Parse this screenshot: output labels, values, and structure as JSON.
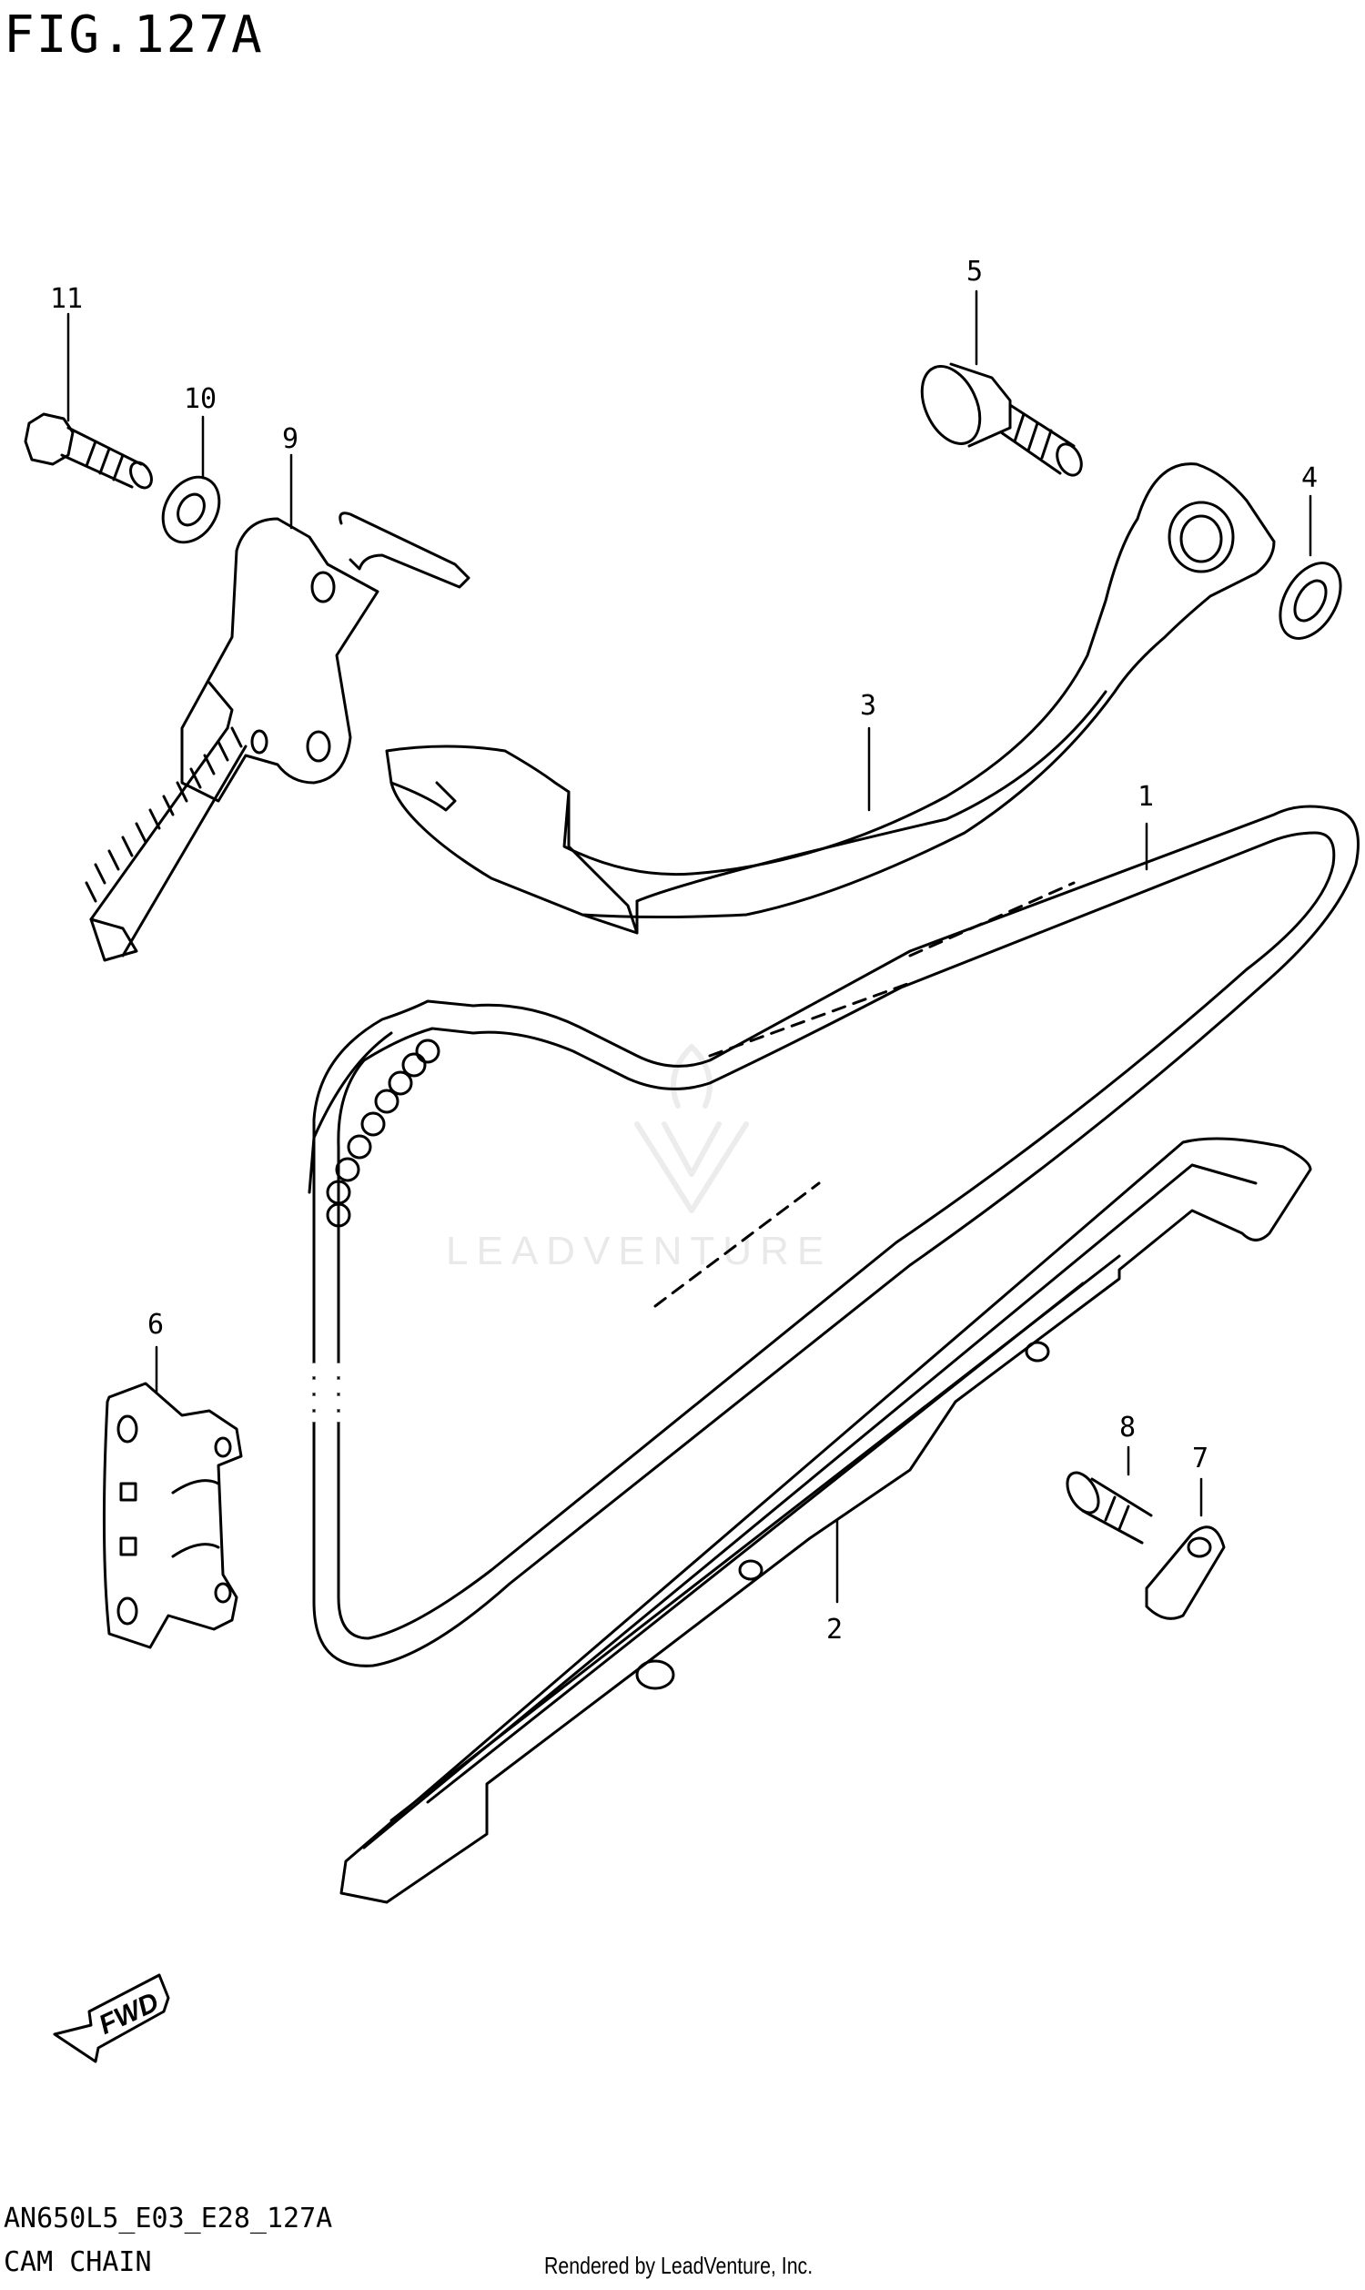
{
  "figure": {
    "title": "FIG.127A",
    "code": "AN650L5_E03_E28_127A",
    "caption": "CAM CHAIN"
  },
  "callouts": [
    {
      "num": "1"
    },
    {
      "num": "2"
    },
    {
      "num": "3"
    },
    {
      "num": "4"
    },
    {
      "num": "5"
    },
    {
      "num": "6"
    },
    {
      "num": "7"
    },
    {
      "num": "8"
    },
    {
      "num": "9"
    },
    {
      "num": "10"
    },
    {
      "num": "11"
    }
  ],
  "direction_arrow": {
    "label": "FWD"
  },
  "credit": "Rendered by LeadVenture, Inc.",
  "watermark": "LEADVENTURE",
  "colors": {
    "line": "#000000",
    "watermark": "#e9e9e9",
    "background": "#ffffff"
  }
}
